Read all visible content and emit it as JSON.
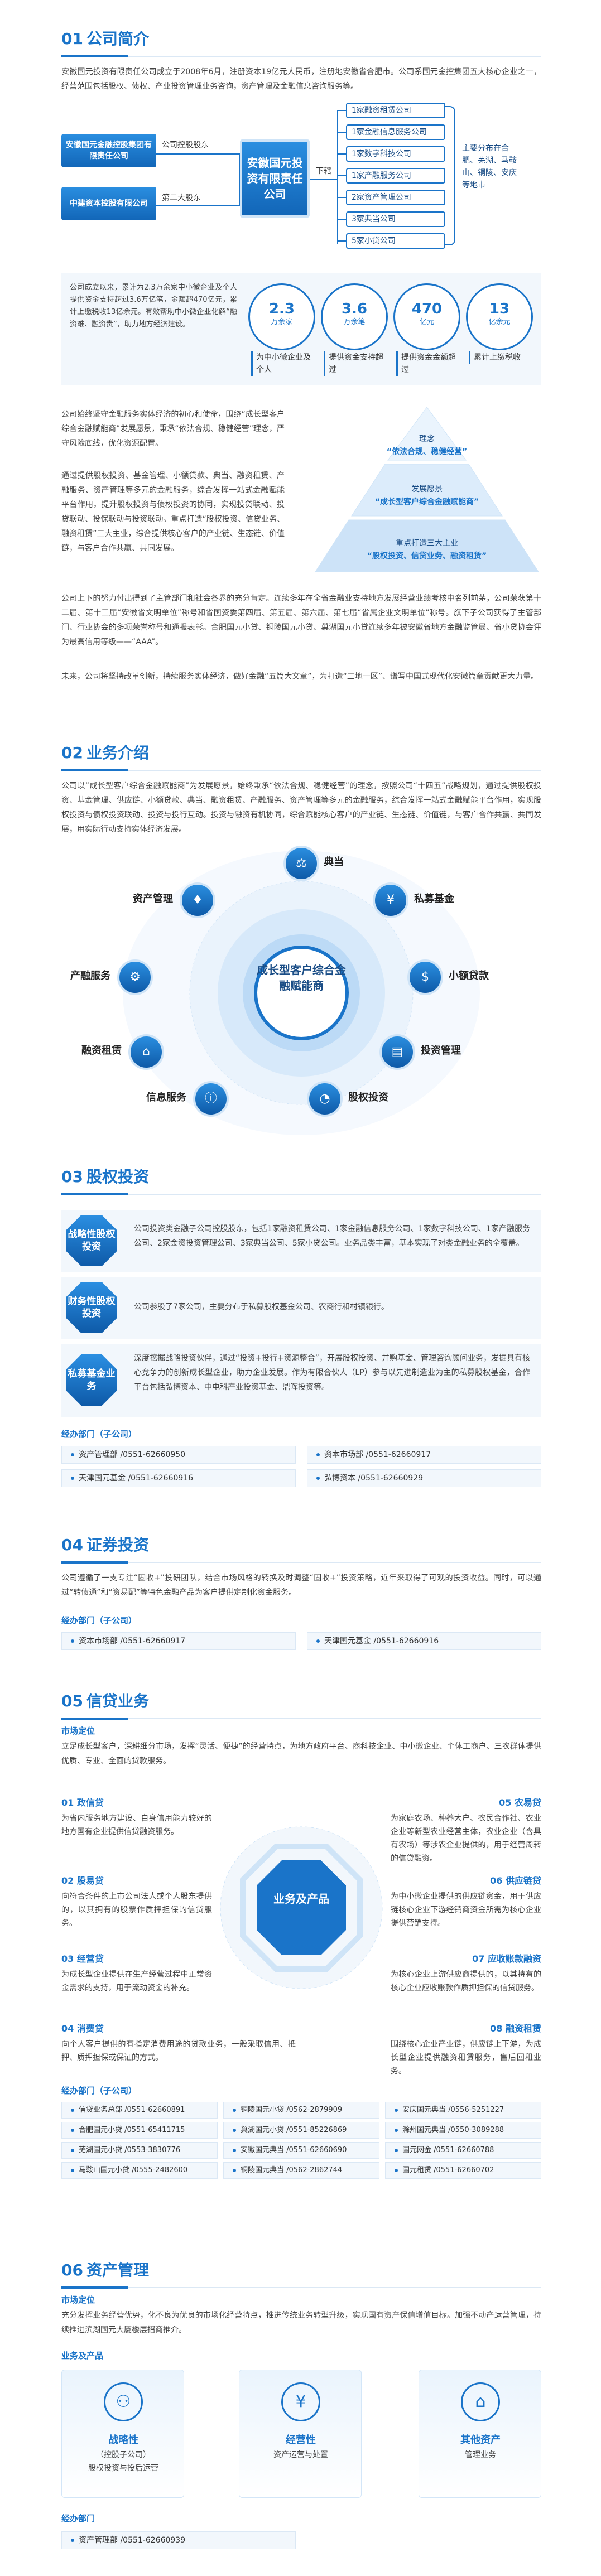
{
  "s1": {
    "num": "01",
    "title": "公司简介",
    "intro": "安徽国元投资有限责任公司成立于2008年6月，注册资本19亿元人民币，注册地安徽省合肥市。公司系国元金控集团五大核心企业之一，经营范围包括股权、债权、产业投资管理业务咨询，资产管理及金融信息咨询服务等。",
    "holder1": "安徽国元金融控股集团有限责任公司",
    "holder1_role": "公司控股股东",
    "holder2": "中建资本控股有限公司",
    "holder2_role": "第二大股东",
    "company": "安徽国元投资有限责任公司",
    "sub_label": "下辖",
    "subs": [
      "1家融资租赁公司",
      "1家金融信息服务公司",
      "1家数字科技公司",
      "1家产融服务公司",
      "2家资产管理公司",
      "3家典当公司",
      "5家小贷公司"
    ],
    "mainland_title": "主要分布在合肥、芜湖、马鞍山、铜陵、安庆等地市",
    "stats_desc": "公司成立以来，累计为2.3万余家中小微企业及个人提供资金支持超过3.6万亿笔，金额超470亿元，累计上缴税收13亿余元。有效帮助中小微企业化解“融资难、融资贵”，助力地方经济建设。",
    "stats": [
      {
        "v": "2.3",
        "u": "万余家",
        "label": "为中小微企业及个人"
      },
      {
        "v": "3.6",
        "u": "万余笔",
        "label": "提供资金支持超过"
      },
      {
        "v": "470",
        "u": "亿元",
        "label": "提供资金金额超过"
      },
      {
        "v": "13",
        "u": "亿余元",
        "label": "累计上缴税收"
      }
    ],
    "mission": "公司始终坚守金融服务实体经济的初心和使命，围绕“成长型客户综合金融赋能商”发展愿景，秉承“依法合规、稳健经营”理念，严守风险底线，优化资源配置。",
    "mission2": "通过提供股权投资、基金管理、小额贷款、典当、融资租赁、产融服务、资产管理等多元的金融服务，综合发挥一站式金融赋能平台作用，提升股权投资与债权投资的协同，实现投贷联动、投贷联动、投保联动与投资联动。重点打造“股权投资、信贷业务、融资租赁”三大主业，综合提供核心客户的产业链、生态链、价值链，与客户合作共赢、共同发展。",
    "pyramid": {
      "l1_title": "理念",
      "l1_text": "“依法合规、稳健经营”",
      "l2_title": "发展愿景",
      "l2_text": "“成长型客户综合金融赋能商”",
      "l3_title": "重点打造三大主业",
      "l3_text": "“股权投资、信贷业务、融资租赁”"
    },
    "honor": "公司上下的努力付出得到了主管部门和社会各界的充分肯定。连续多年在全省金融业支持地方发展经营业绩考核中名列前茅，公司荣获第十二届、第十三届“安徽省文明单位”称号和省国资委第四届、第五届、第六届、第七届“省属企业文明单位”称号。旗下子公司获得了主管部门、行业协会的多项荣誉称号和通报表彰。合肥国元小贷、铜陵国元小贷、巢湖国元小贷连续多年被安徽省地方金融监管局、省小贷协会评为最高信用等级——“AAA”。",
    "future": "未来，公司将坚持改革创新，持续服务实体经济，做好金融“五篇大文章”，为打造“三地一区”、谱写中国式现代化安徽篇章贡献更大力量。"
  },
  "s2": {
    "num": "02",
    "title": "业务介绍",
    "intro": "公司以“成长型客户综合金融赋能商”为发展愿景，始终秉承“依法合规、稳健经营”的理念，按照公司“十四五”战略规划，通过提供股权投资、基金管理、供应链、小额贷款、典当、融资租赁、产融服务、资产管理等多元的金融服务，综合发挥一站式金融赋能平台作用，实现股权投资与债权投资联动、投资与投行互动。投资与融资有机协同，综合赋能核心客户的产业链、生态链、价值链，与客户合作共赢、共同发展，用实际行动支持实体经济发展。",
    "center": "成长型客户综合金融赋能商",
    "nodes": [
      "典当",
      "私募基金",
      "小额贷款",
      "投资管理",
      "股权投资",
      "信息服务",
      "融资租赁",
      "产融服务",
      "资产管理"
    ]
  },
  "s3": {
    "num": "03",
    "title": "股权投资",
    "items": [
      {
        "badge": "战略性股权投资",
        "text": "公司投资类金融子公司控股股东，包括1家融资租赁公司、1家金融信息服务公司、1家数字科技公司、1家产融服务公司、2家金资投资管理公司、3家典当公司、5家小贷公司。业务品类丰富，基本实现了对类金融业务的全覆盖。"
      },
      {
        "badge": "财务性股权投资",
        "text": "公司参股了7家公司，主要分布于私募股权基金公司、农商行和村镇银行。"
      },
      {
        "badge": "私募基金业务",
        "text": "深度挖掘战略投资伙伴，通过“投资+投行+资源整合”，开展股权投资、并购基金、管理咨询顾问业务，发掘具有核心竞争力的创新成长型企业，助力企业发展。作为有限合伙人（LP）参与以先进制造业为主的私募股权基金，合作平台包括弘博资本、中电科产业投资基金、鼎晖投资等。"
      }
    ],
    "dept_title": "经办部门（子公司）",
    "depts": [
      "资产管理部 /0551-62660950",
      "资本市场部 /0551-62660917",
      "天津国元基金 /0551-62660916",
      "弘博资本 /0551-62660929"
    ]
  },
  "s4": {
    "num": "04",
    "title": "证券投资",
    "intro": "公司遵循了一支专注“固收+”投研团队，结合市场风格的转换及时调整“固收+”投资策略，近年来取得了可观的投资收益。同时，可以通过“转债通”和“资易配”等特色金融产品为客户提供定制化资金服务。",
    "dept_title": "经办部门（子公司）",
    "depts": [
      "资本市场部 /0551-62660917",
      "天津国元基金 /0551-62660916"
    ]
  },
  "s5": {
    "num": "05",
    "title": "信贷业务",
    "sub": "市场定位",
    "intro": "立足成长型客户，深耕细分市场，发挥“灵活、便捷”的经营特点，为地方政府平台、商科技企业、中小微企业、个体工商户、三农群体提供优质、专业、全面的贷款服务。",
    "center": "业务及产品",
    "left": [
      {
        "t": "01 政信贷",
        "d": "为省内服务地方建设、自身信用能力较好的地方国有企业提供信贷融资服务。"
      },
      {
        "t": "02 股易贷",
        "d": "向符合条件的上市公司法人或个人股东提供的，以其拥有的股票作质押担保的信贷服务。"
      },
      {
        "t": "03 经营贷",
        "d": "为成长型企业提供在生产经营过程中正常资金需求的支持，用于流动资金的补充。"
      },
      {
        "t": "04 消费贷",
        "d": "向个人客户提供的有指定消费用途的贷款业务，一般采取信用、抵押、质押担保或保证的方式。"
      }
    ],
    "right": [
      {
        "t": "05 农易贷",
        "d": "为家庭农场、种养大户、农民合作社、农业企业等新型农业经营主体，农业企业（含具有农场）等涉农企业提供的，用于经营周转的信贷融资。"
      },
      {
        "t": "06 供应链贷",
        "d": "为中小微企业提供的供应链资金，用于供应链核心企业下游经销商资金所需为核心企业提供营销支持。"
      },
      {
        "t": "07 应收账款融资",
        "d": "为核心企业上游供应商提供的，以其持有的核心企业应收账款作质押担保的信贷服务。"
      },
      {
        "t": "08 融资租赁",
        "d": "围绕核心企业产业链，供应链上下游，为成长型企业提供融资租赁服务，售后回租业务。"
      }
    ],
    "dept_title": "经办部门（子公司）",
    "depts": [
      "信贷业务总部 /0551-62660891",
      "铜陵国元小贷 /0562-2879909",
      "安庆国元典当 /0556-5251227",
      "合肥国元小贷 /0551-65411715",
      "巢湖国元小贷 /0551-85226869",
      "滁州国元典当 /0550-3089288",
      "芜湖国元小贷 /0553-3830776",
      "安徽国元典当 /0551-62660690",
      "国元网金 /0551-62660788",
      "马鞍山国元小贷 /0555-2482600",
      "铜陵国元典当 /0562-2862744",
      "国元租赁 /0551-62660702"
    ]
  },
  "s6": {
    "num": "06",
    "title": "资产管理",
    "sub": "市场定位",
    "intro": "充分发挥业务经营优势，化不良为优良的市场化经营特点，推进传统业务转型升级，实现国有资产保值增值目标。加强不动产运营管理，持续推进滨湖国元大厦楼层招商推介。",
    "sub2": "业务及产品",
    "cards": [
      {
        "t": "战略性",
        "d1": "（控股子公司）",
        "d2": "股权投资与投后运营"
      },
      {
        "t": "经营性",
        "d1": "资产运营与处置",
        "d2": ""
      },
      {
        "t": "其他资产",
        "d1": "管理业务",
        "d2": ""
      }
    ],
    "dept_title": "经办部门",
    "depts": [
      "资产管理部 /0551-62660939"
    ]
  }
}
